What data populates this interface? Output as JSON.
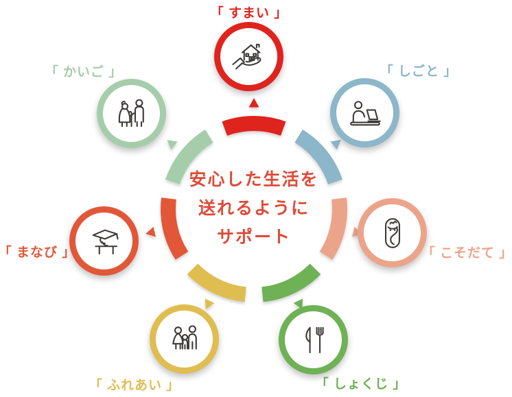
{
  "background_color": "#ffffff",
  "icon_stroke_color": "#3e3a39",
  "center": {
    "lines": [
      "安心した生活を",
      "送れるように",
      "サポート"
    ],
    "text_color": "#dd4b38"
  },
  "items": [
    {
      "label": "「 すまい 」",
      "color": "#df241d",
      "icon": "house-on-hand-icon"
    },
    {
      "label": "「 しごと 」",
      "color": "#8cb6c9",
      "icon": "person-at-laptop-icon"
    },
    {
      "label": "「 こそだて 」",
      "color": "#eba489",
      "icon": "swaddled-baby-icon"
    },
    {
      "label": "「 しょくじ 」",
      "color": "#6fb155",
      "icon": "knife-and-fork-icon"
    },
    {
      "label": "「 ふれあい 」",
      "color": "#e0bd50",
      "icon": "family-icon"
    },
    {
      "label": "「 まなび 」",
      "color": "#e25738",
      "icon": "study-desk-icon"
    },
    {
      "label": "「 かいご 」",
      "color": "#a5cdaa",
      "icon": "elderly-care-icon"
    }
  ]
}
